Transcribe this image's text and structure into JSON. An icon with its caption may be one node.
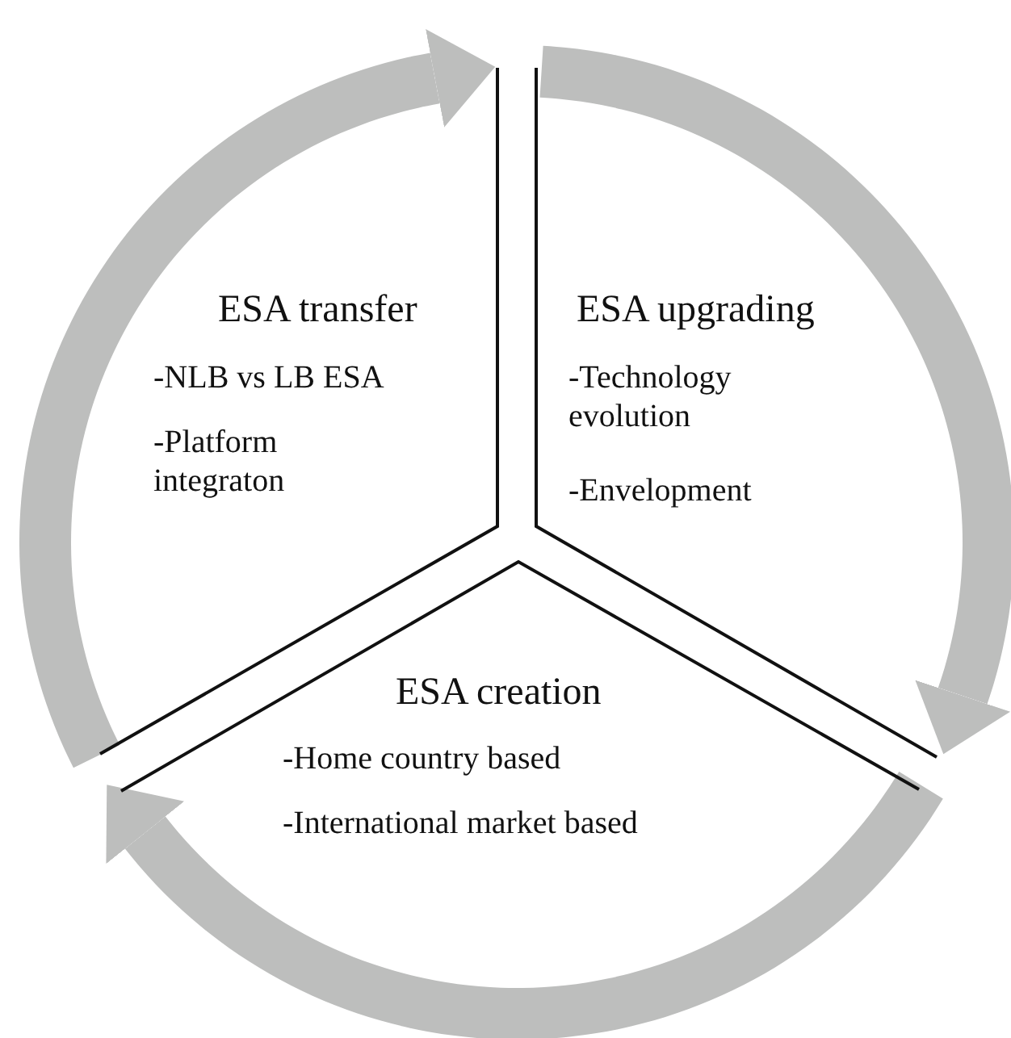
{
  "diagram": {
    "nodes": [
      {
        "text": [
          "ESA transfer",
          "-NLB vs LB ESA",
          "-Platform integraton"
        ]
      },
      {
        "text": [
          "ESA upgrading",
          "-Technology evolution",
          "-Envelopment"
        ]
      },
      {
        "text": [
          "ESA creation",
          "-Home country based",
          "-International market based"
        ]
      }
    ],
    "edges": [
      {
        "from": 0,
        "to": 1,
        "arrow": "to"
      },
      {
        "from": 1,
        "to": 2,
        "arrow": "to"
      },
      {
        "from": 2,
        "to": 0,
        "arrow": "to"
      }
    ]
  }
}
